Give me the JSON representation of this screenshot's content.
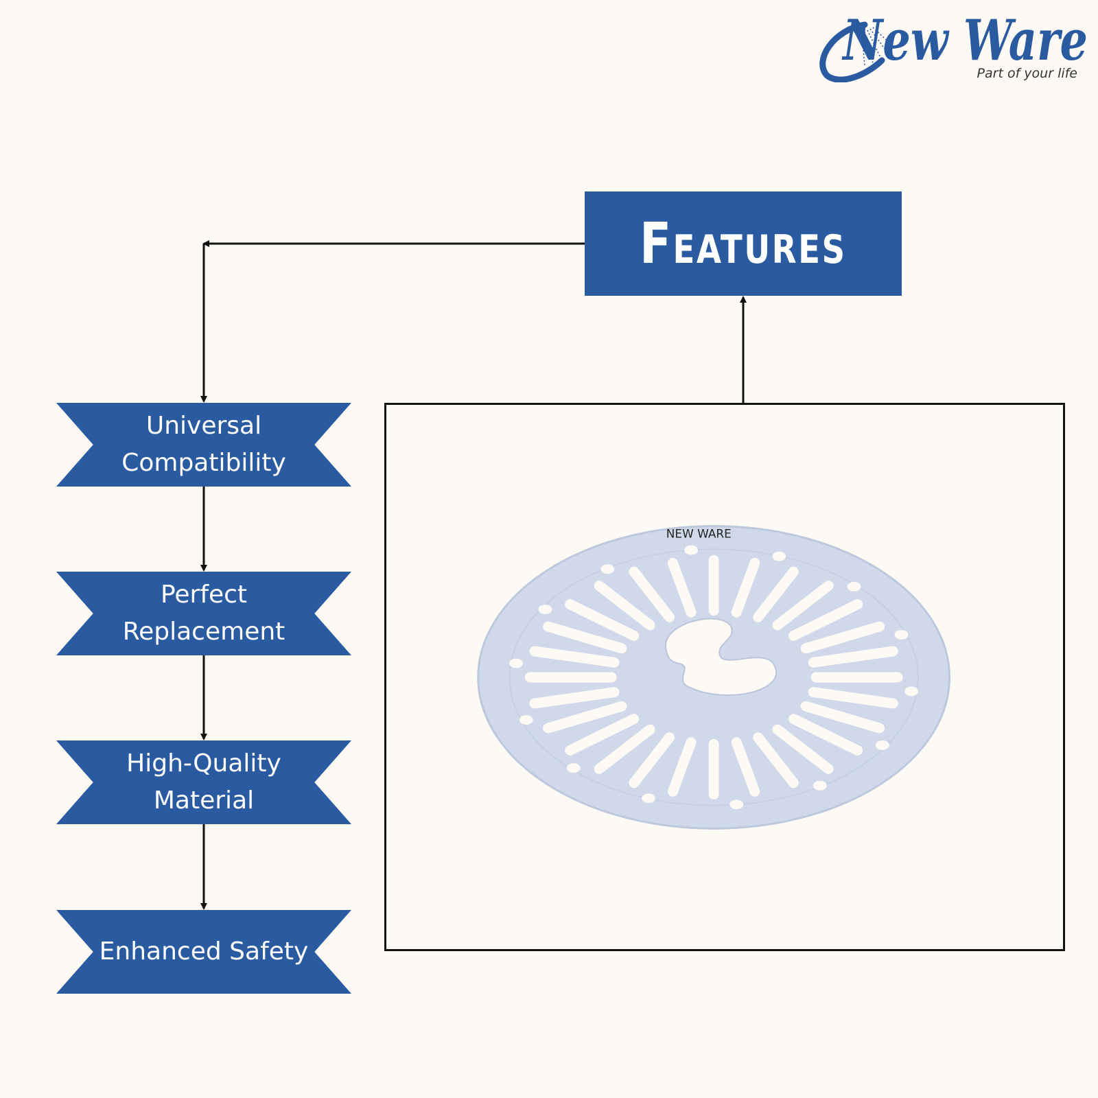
{
  "brand": {
    "name": "New Ware",
    "tagline": "Part of your life",
    "color": "#2a5aa0"
  },
  "diagram": {
    "title": "Features",
    "box_color": "#2a5aa0",
    "background": "#fdfaf6",
    "items": [
      {
        "label": "Universal\nCompatibility"
      },
      {
        "label": "Perfect\nReplacement"
      },
      {
        "label": "High-Quality\nMaterial"
      },
      {
        "label": "Enhanced Safety"
      }
    ]
  },
  "product": {
    "imprint": "NEW WARE",
    "color": "#cfd9ea"
  }
}
